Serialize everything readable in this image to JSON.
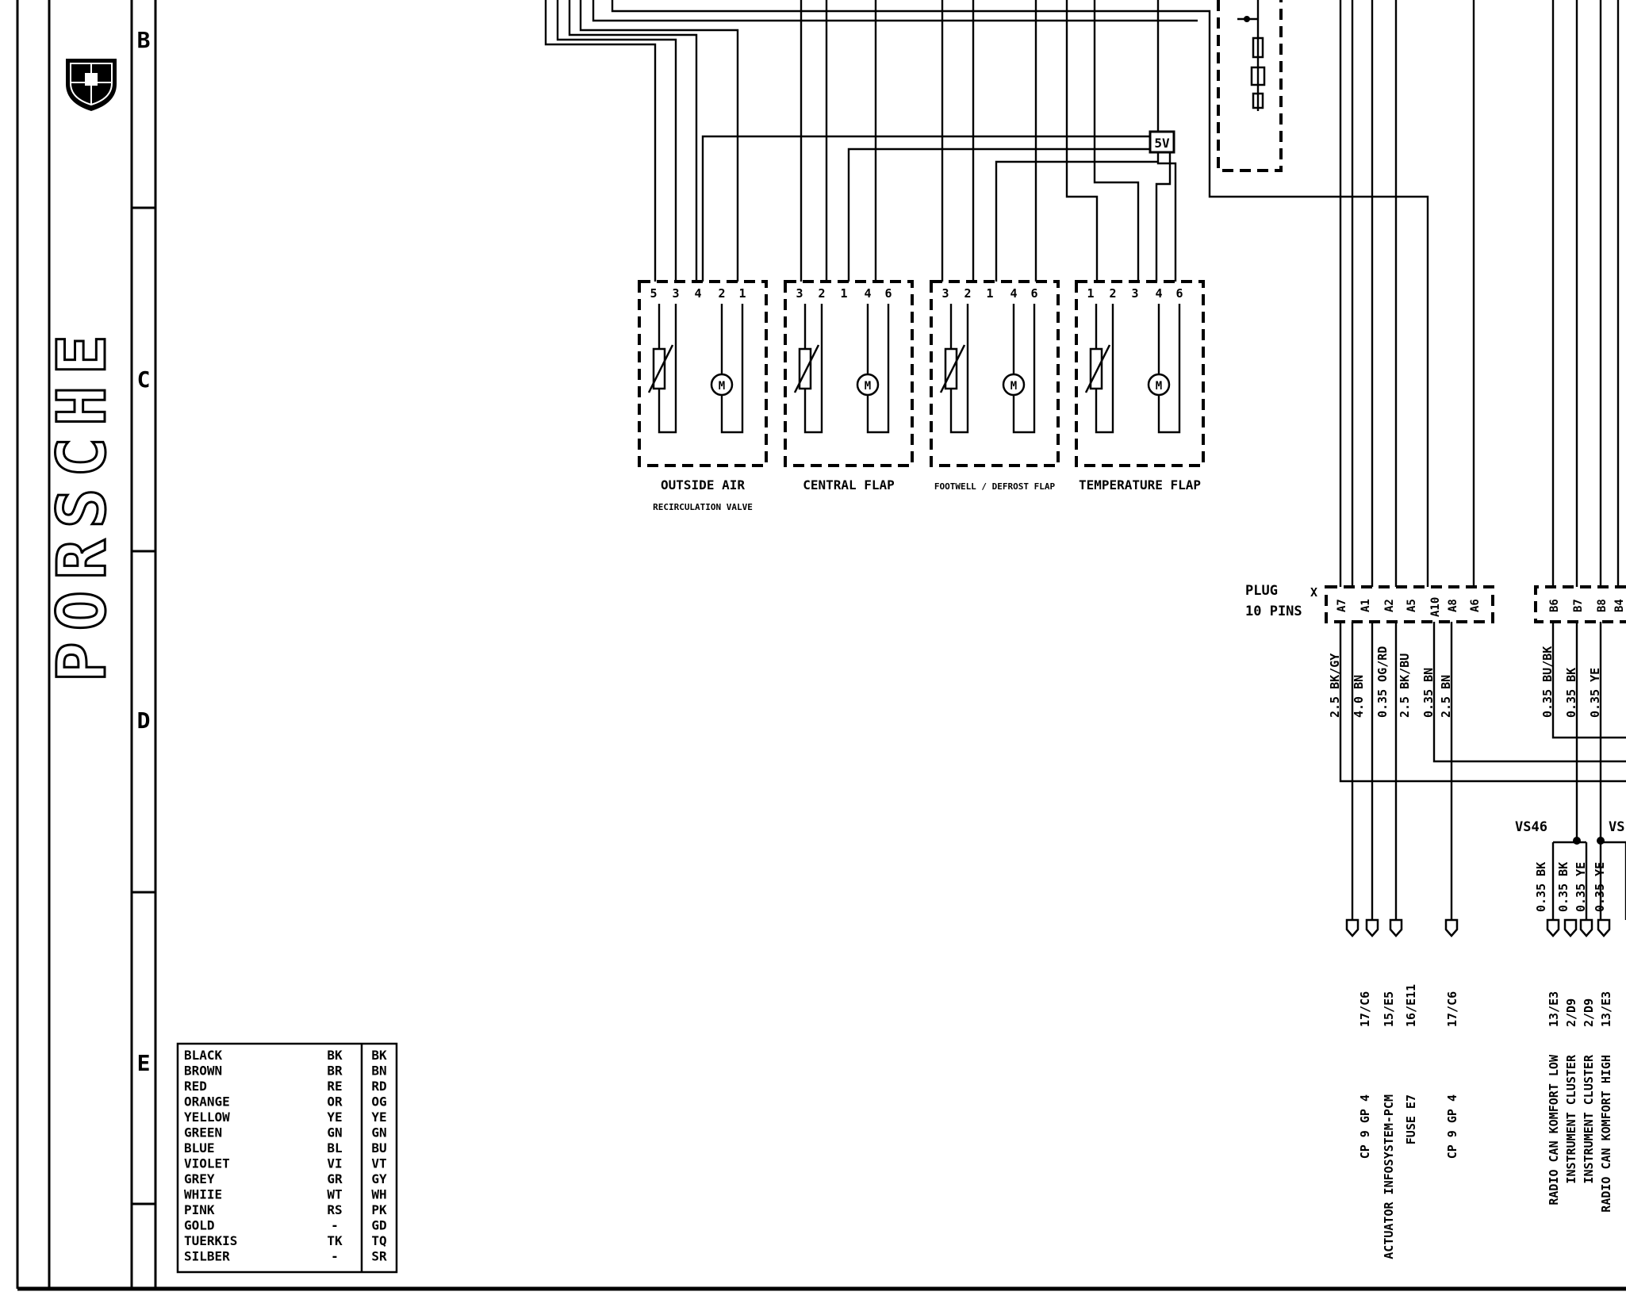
{
  "brand": {
    "wordmark": "PORSCHE",
    "crest_icon": "porsche-crest-icon"
  },
  "grid_rows": [
    "B",
    "C",
    "D",
    "E"
  ],
  "components": [
    {
      "name": "OUTSIDE AIR",
      "name2": "RECIRCULATION VALVE",
      "pins": [
        "5",
        "3",
        "4",
        "2",
        "1"
      ]
    },
    {
      "name": "CENTRAL FLAP",
      "name2": "",
      "pins": [
        "3",
        "2",
        "1",
        "4",
        "6"
      ]
    },
    {
      "name": "FOOTWELL / DEFROST FLAP",
      "name2": "",
      "pins": [
        "3",
        "2",
        "1",
        "4",
        "6"
      ]
    },
    {
      "name": "TEMPERATURE FLAP",
      "name2": "",
      "pins": [
        "1",
        "2",
        "3",
        "4",
        "6"
      ]
    }
  ],
  "supply_label": "5V",
  "plug": {
    "label": "PLUG",
    "sublabel": "10 PINS",
    "id": "X",
    "pins": [
      "A7",
      "A1",
      "A2",
      "A5",
      "A10",
      "A8",
      "A6"
    ],
    "pins_b": [
      "B6",
      "B7",
      "B8",
      "B4"
    ]
  },
  "wires_a": [
    "2.5 BK/GY",
    "4.0 BN",
    "0.35 OG/RD",
    "2.5 BK/BU",
    "0.35 BN",
    "2.5 BN"
  ],
  "wires_b": [
    "0.35 BU/BK",
    "0.35 BK",
    "0.35 YE"
  ],
  "splices": [
    "VS46",
    "VS"
  ],
  "wires_c": [
    "0.35 BK",
    "0.35 BK",
    "0.35 YE",
    "0.35 YE"
  ],
  "refs_a": [
    {
      "dest": "CP 9 GP 4",
      "ref": "17/C6"
    },
    {
      "dest": "ACTUATOR INFOSYSTEM-PCM",
      "ref": "15/E5"
    },
    {
      "dest": "FUSE E7",
      "ref": "16/E11"
    },
    {
      "dest": "CP 9 GP 4",
      "ref": "17/C6"
    }
  ],
  "refs_b": [
    {
      "dest": "RADIO CAN KOMFORT LOW",
      "ref": "13/E3"
    },
    {
      "dest": "INSTRUMENT CLUSTER",
      "ref": "2/D9"
    },
    {
      "dest": "INSTRUMENT CLUSTER",
      "ref": "2/D9"
    },
    {
      "dest": "RADIO CAN KOMFORT HIGH",
      "ref": "13/E3"
    }
  ],
  "color_table": [
    [
      "BLACK",
      "BK",
      "BK"
    ],
    [
      "BROWN",
      "BR",
      "BN"
    ],
    [
      "RED",
      "RE",
      "RD"
    ],
    [
      "ORANGE",
      "OR",
      "OG"
    ],
    [
      "YELLOW",
      "YE",
      "YE"
    ],
    [
      "GREEN",
      "GN",
      "GN"
    ],
    [
      "BLUE",
      "BL",
      "BU"
    ],
    [
      "VIOLET",
      "VI",
      "VT"
    ],
    [
      "GREY",
      "GR",
      "GY"
    ],
    [
      "WHIIE",
      "WT",
      "WH"
    ],
    [
      "PINK",
      "RS",
      "PK"
    ],
    [
      "GOLD",
      "-",
      "GD"
    ],
    [
      "TUERKIS",
      "TK",
      "TQ"
    ],
    [
      "SILBER",
      "-",
      "SR"
    ]
  ]
}
